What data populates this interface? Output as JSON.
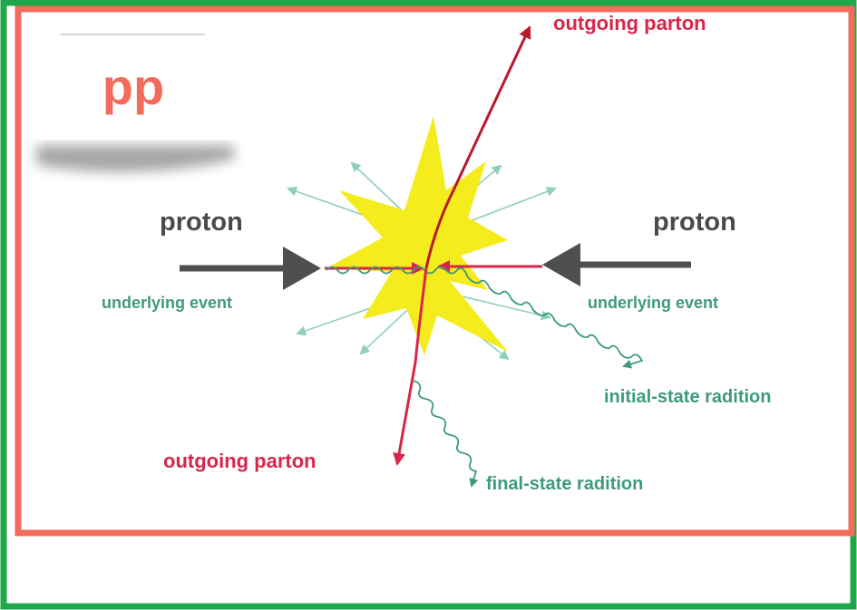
{
  "badge": {
    "text": "pp"
  },
  "labels": {
    "proton_left": "proton",
    "proton_right": "proton",
    "underlying_left": "underlying event",
    "underlying_right": "underlying event",
    "outgoing_top": "outgoing parton",
    "outgoing_bottom": "outgoing parton",
    "initial_state": "initial-state radition",
    "final_state": "final-state radition"
  },
  "colors": {
    "outer_frame": "#1fa84a",
    "inner_frame": "#f26b5b",
    "badge_text": "#f26b5b",
    "proton_arrow": "#4f4f4f",
    "parton": "#d8264a",
    "parton_dark": "#b81a2c",
    "radiation": "#3e9a7a",
    "underlying_arrow": "#8fcfbf",
    "collision_star": "#f4ec1c"
  }
}
